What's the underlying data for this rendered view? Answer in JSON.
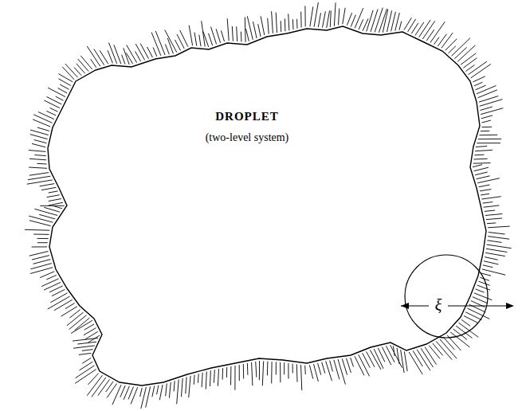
{
  "diagram": {
    "nodes": [
      {
        "text": [
          "DROPLET",
          "(two-level system)"
        ]
      }
    ],
    "labels": [
      "ξ"
    ]
  }
}
